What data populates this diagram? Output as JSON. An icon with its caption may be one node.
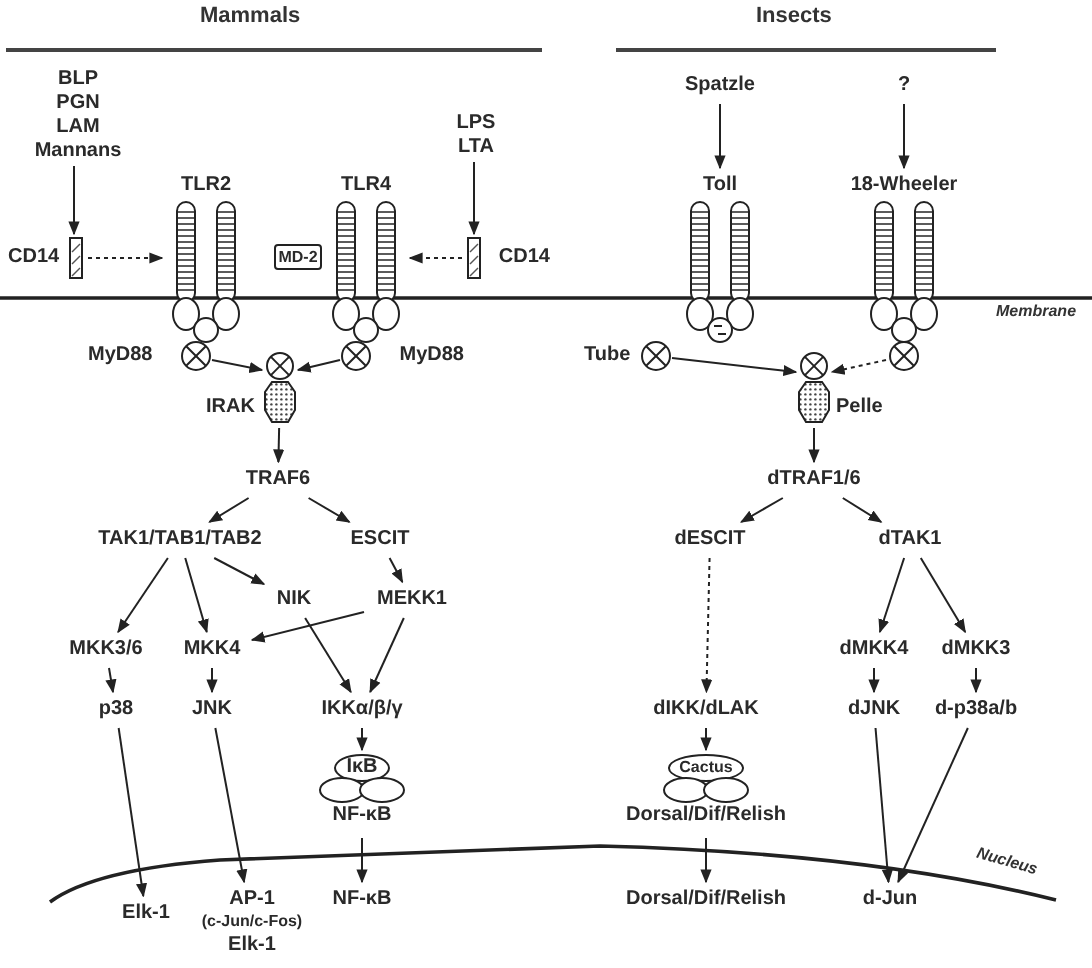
{
  "diagram": {
    "nodes": [
      {
        "text": [
          "BLP PGN LAM Mannans"
        ]
      },
      {
        "text": [
          "LPS LTA"
        ]
      },
      {
        "text": [
          "Spatzle"
        ]
      },
      {
        "text": [
          "?"
        ]
      },
      {
        "text": [
          "TLR2"
        ]
      },
      {
        "text": [
          "TLR4"
        ]
      },
      {
        "text": [
          "CD14"
        ]
      },
      {
        "text": [
          "MD-2"
        ]
      },
      {
        "text": [
          "CD14"
        ]
      },
      {
        "text": [
          "Toll"
        ]
      },
      {
        "text": [
          "18-Wheeler"
        ]
      },
      {
        "text": [
          "MyD88"
        ]
      },
      {
        "text": [
          "MyD88"
        ]
      },
      {
        "text": [],
        "shape": "hexagon",
        "beside": [
          "IRAK"
        ]
      },
      {
        "text": [
          "Tube"
        ]
      },
      {
        "text": [],
        "shape": "hexagon",
        "beside": [
          "Pelle"
        ]
      },
      {
        "text": [
          "TRAF6"
        ]
      },
      {
        "text": [
          "TAK1/TAB1/TAB2"
        ]
      },
      {
        "text": [
          "ESCIT"
        ]
      },
      {
        "text": [
          "NIK"
        ]
      },
      {
        "text": [
          "MEKK1"
        ]
      },
      {
        "text": [
          "MKK3/6"
        ]
      },
      {
        "text": [
          "MKK4"
        ]
      },
      {
        "text": [
          "p38"
        ]
      },
      {
        "text": [
          "JNK"
        ]
      },
      {
        "text": [
          "IKKα/β/γ"
        ]
      },
      {
        "text": [
          "IκB",
          "NF-κB"
        ]
      },
      {
        "text": [
          "Elk-1"
        ]
      },
      {
        "text": [
          "AP-1",
          "(c-Jun/c-Fos)",
          "Elk-1"
        ]
      },
      {
        "text": [
          "NF-κB"
        ]
      },
      {
        "text": [
          "dTRAF1/6"
        ]
      },
      {
        "text": [
          "dESCIT"
        ]
      },
      {
        "text": [
          "dTAK1"
        ]
      },
      {
        "text": [
          "dMKK4"
        ]
      },
      {
        "text": [
          "dMKK3"
        ]
      },
      {
        "text": [
          "dIKK/dLAK"
        ]
      },
      {
        "text": [
          "Cactus",
          "Dorsal/Dif/Relish"
        ]
      },
      {
        "text": [
          "Dorsal/Dif/Relish"
        ]
      },
      {
        "text": [
          "dJNK"
        ]
      },
      {
        "text": [
          "d-p38a/b"
        ]
      },
      {
        "text": [
          "d-Jun"
        ]
      }
    ],
    "edges": [
      {
        "from": 0,
        "to": 6,
        "arrow": "to"
      },
      {
        "from": 1,
        "to": 8,
        "arrow": "to"
      },
      {
        "from": 6,
        "to": 4,
        "arrow": "to",
        "style": "dashed"
      },
      {
        "from": 8,
        "to": 5,
        "arrow": "to",
        "style": "dashed"
      },
      {
        "from": 2,
        "to": 9,
        "arrow": "to"
      },
      {
        "from": 3,
        "to": 10,
        "arrow": "to"
      },
      {
        "from": 11,
        "to": 13,
        "arrow": "to"
      },
      {
        "from": 12,
        "to": 13,
        "arrow": "to"
      },
      {
        "from": 14,
        "to": 15,
        "arrow": "to"
      },
      {
        "from": 10,
        "to": 15,
        "arrow": "to",
        "style": "dashed"
      },
      {
        "from": 13,
        "to": 16,
        "arrow": "to"
      },
      {
        "from": 16,
        "to": 17,
        "arrow": "to"
      },
      {
        "from": 16,
        "to": 18,
        "arrow": "to"
      },
      {
        "from": 17,
        "to": 21,
        "arrow": "to"
      },
      {
        "from": 17,
        "to": 22,
        "arrow": "to"
      },
      {
        "from": 17,
        "to": 19,
        "arrow": "to"
      },
      {
        "from": 18,
        "to": 20,
        "arrow": "to"
      },
      {
        "from": 20,
        "to": 22,
        "arrow": "to"
      },
      {
        "from": 20,
        "to": 25,
        "arrow": "to"
      },
      {
        "from": 19,
        "to": 25,
        "arrow": "to"
      },
      {
        "from": 21,
        "to": 23,
        "arrow": "to"
      },
      {
        "from": 22,
        "to": 24,
        "arrow": "to"
      },
      {
        "from": 25,
        "to": 26,
        "arrow": "to"
      },
      {
        "from": 23,
        "to": 27,
        "arrow": "to"
      },
      {
        "from": 24,
        "to": 28,
        "arrow": "to"
      },
      {
        "from": 26,
        "to": 29,
        "arrow": "to"
      },
      {
        "from": 15,
        "to": 30,
        "arrow": "to"
      },
      {
        "from": 30,
        "to": 31,
        "arrow": "to"
      },
      {
        "from": 30,
        "to": 32,
        "arrow": "to"
      },
      {
        "from": 31,
        "to": 35,
        "arrow": "to",
        "style": "dashed"
      },
      {
        "from": 32,
        "to": 33,
        "arrow": "to"
      },
      {
        "from": 32,
        "to": 34,
        "arrow": "to"
      },
      {
        "from": 33,
        "to": 38,
        "arrow": "to"
      },
      {
        "from": 34,
        "to": 39,
        "arrow": "to"
      },
      {
        "from": 35,
        "to": 36,
        "arrow": "to"
      },
      {
        "from": 36,
        "to": 37,
        "arrow": "to"
      },
      {
        "from": 38,
        "to": 40,
        "arrow": "to"
      },
      {
        "from": 39,
        "to": 40,
        "arrow": "to"
      }
    ],
    "labels": [
      "Mammals",
      "Insects",
      "Membrane",
      "Nucleus"
    ]
  }
}
